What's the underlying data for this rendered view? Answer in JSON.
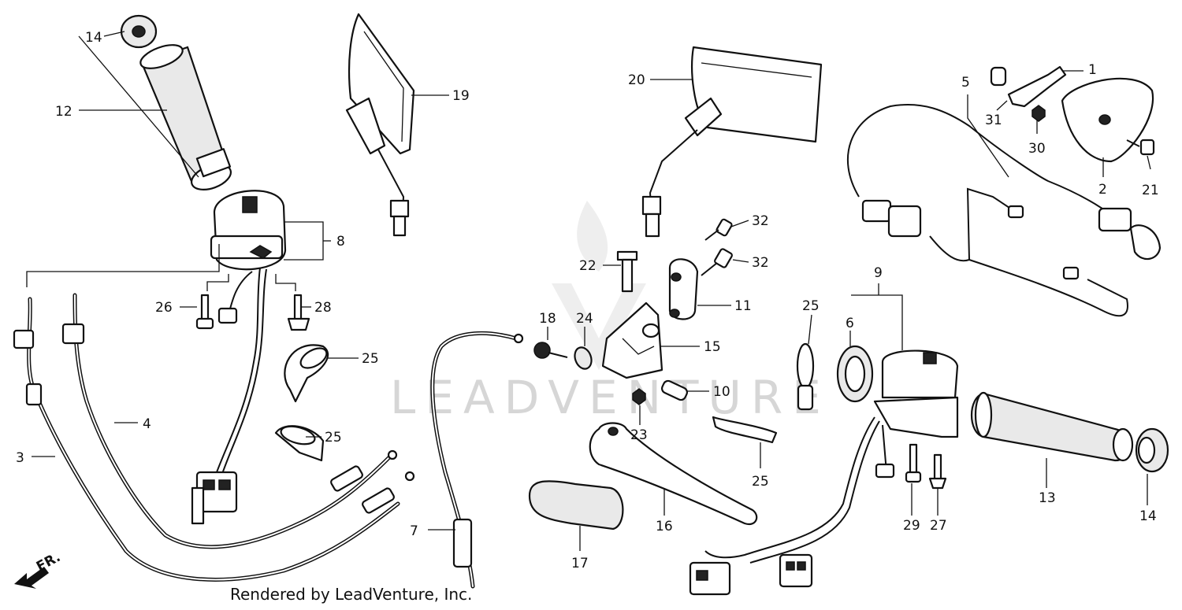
{
  "watermark": "LEADVENTURE",
  "footer_text": "Rendered by LeadVenture, Inc.",
  "direction_label": "FR.",
  "callouts": [
    "1",
    "2",
    "3",
    "4",
    "5",
    "6",
    "7",
    "8",
    "9",
    "10",
    "11",
    "12",
    "13",
    "14",
    "14",
    "15",
    "16",
    "17",
    "18",
    "19",
    "20",
    "21",
    "22",
    "23",
    "24",
    "25",
    "25",
    "25",
    "25",
    "26",
    "27",
    "28",
    "29",
    "30",
    "31",
    "32",
    "32"
  ]
}
